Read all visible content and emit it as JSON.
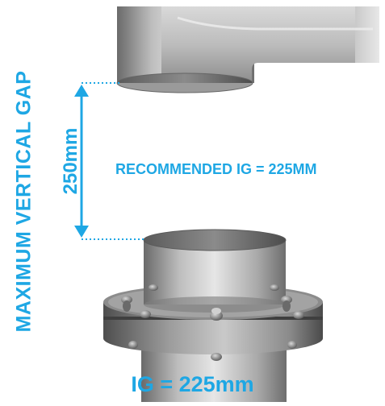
{
  "labels": {
    "side": "MAXIMUM VERTICAL GAP",
    "dimension": "250mm",
    "recommended": "RECOMMENDED IG = 225MM",
    "bottom": "IG = 225mm"
  },
  "colors": {
    "accent": "#1ea7e4",
    "metal_light": "#e4e4e4",
    "metal_mid": "#b5b5b5",
    "metal_dark": "#6c6c6c",
    "dotted_line": "#1ea7e4"
  }
}
